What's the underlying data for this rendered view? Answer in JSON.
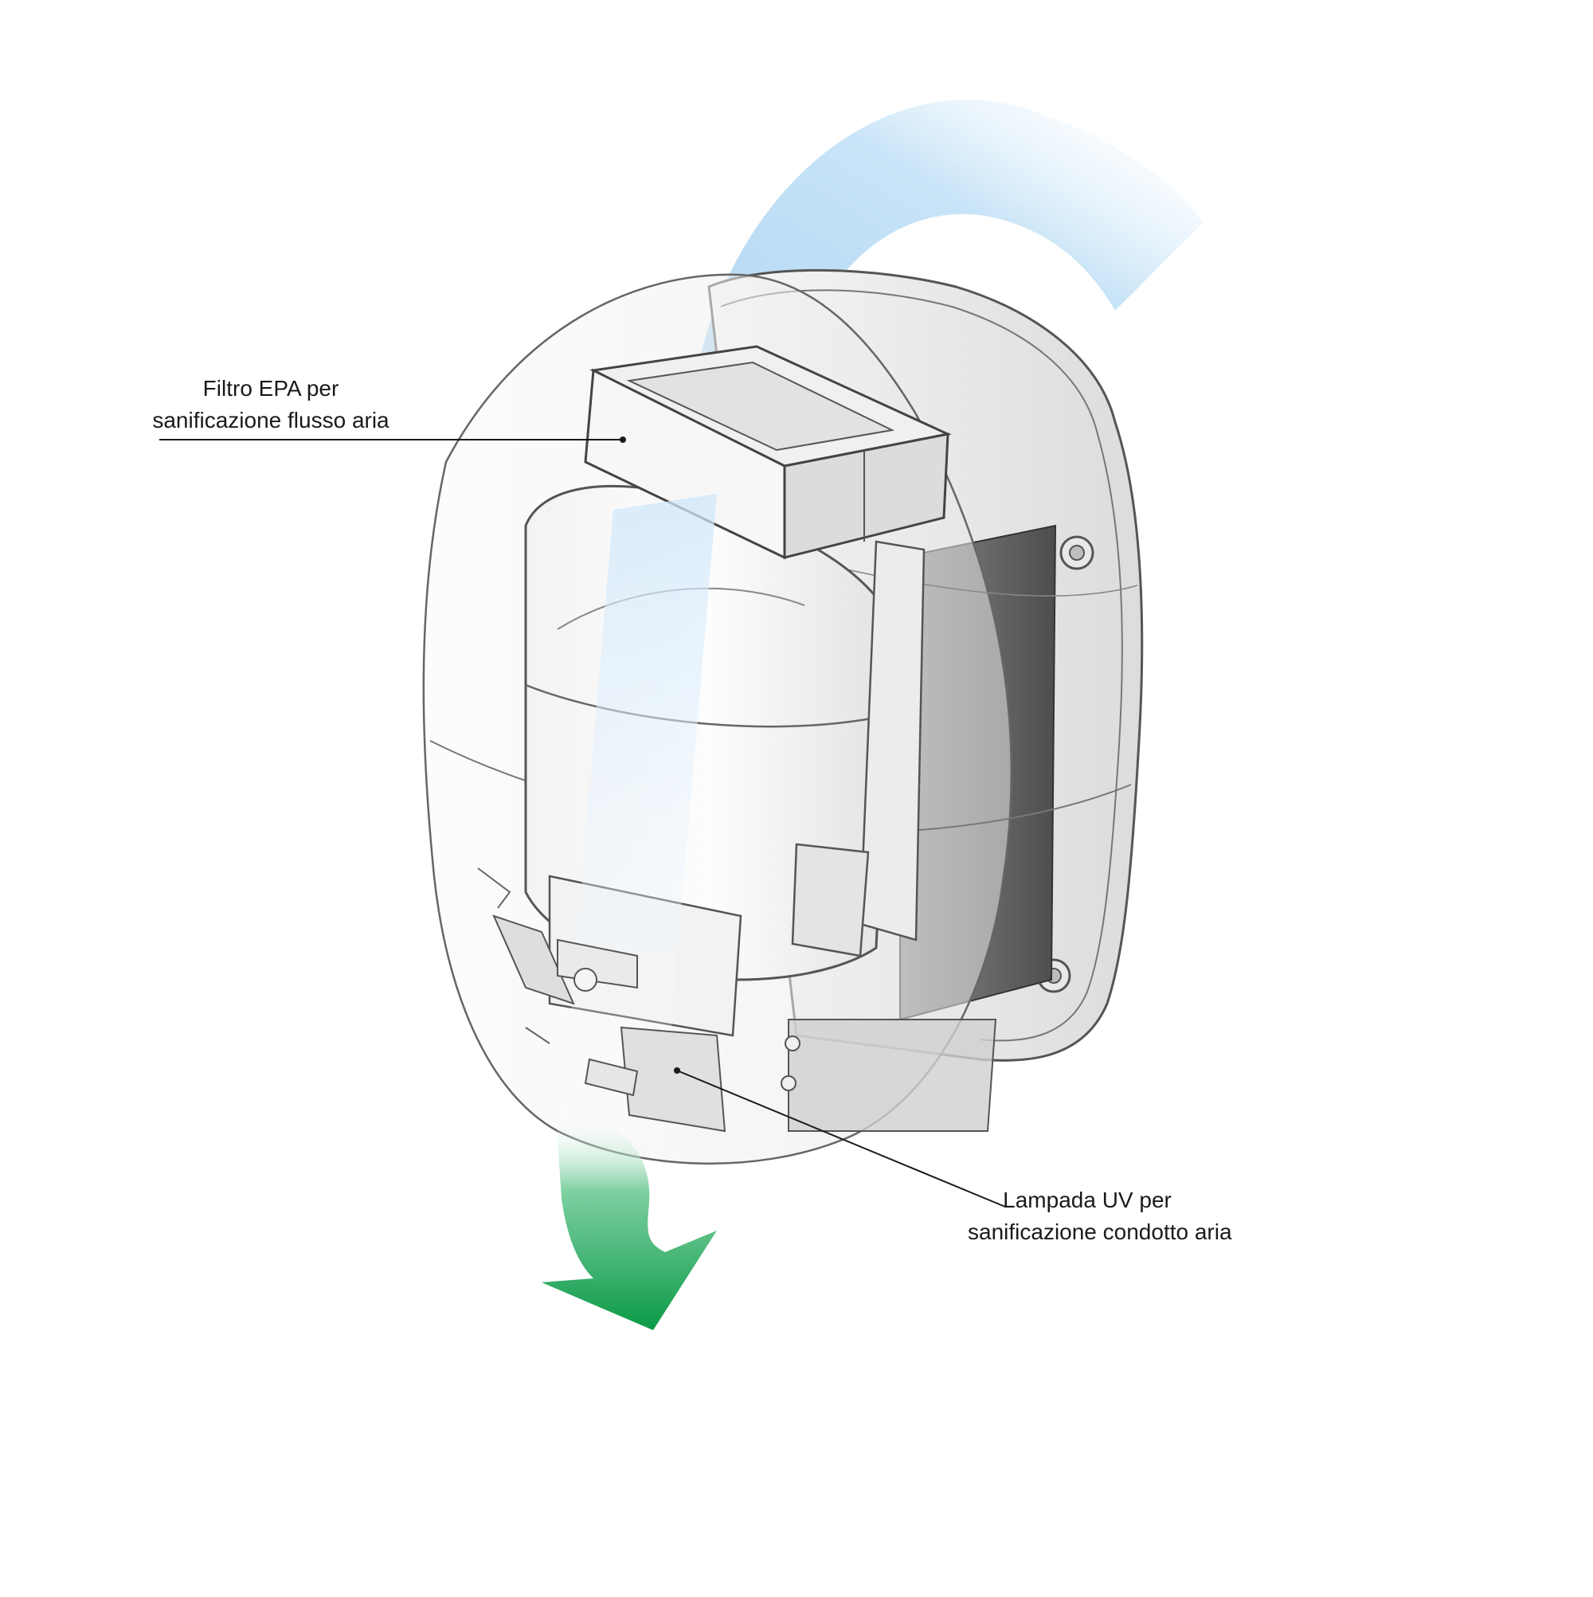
{
  "callouts": {
    "filter": {
      "line1": "Filtro EPA per",
      "line2": "sanificazione flusso aria"
    },
    "uv": {
      "line1": "Lampada UV per",
      "line2": "sanificazione condotto aria"
    }
  },
  "colors": {
    "airflow_in": "#9fcdf0",
    "airflow_out": "#12a150",
    "body_outline": "#555555",
    "dark_panel": "#5a5a5a",
    "leader_line": "#1a1a1a"
  }
}
